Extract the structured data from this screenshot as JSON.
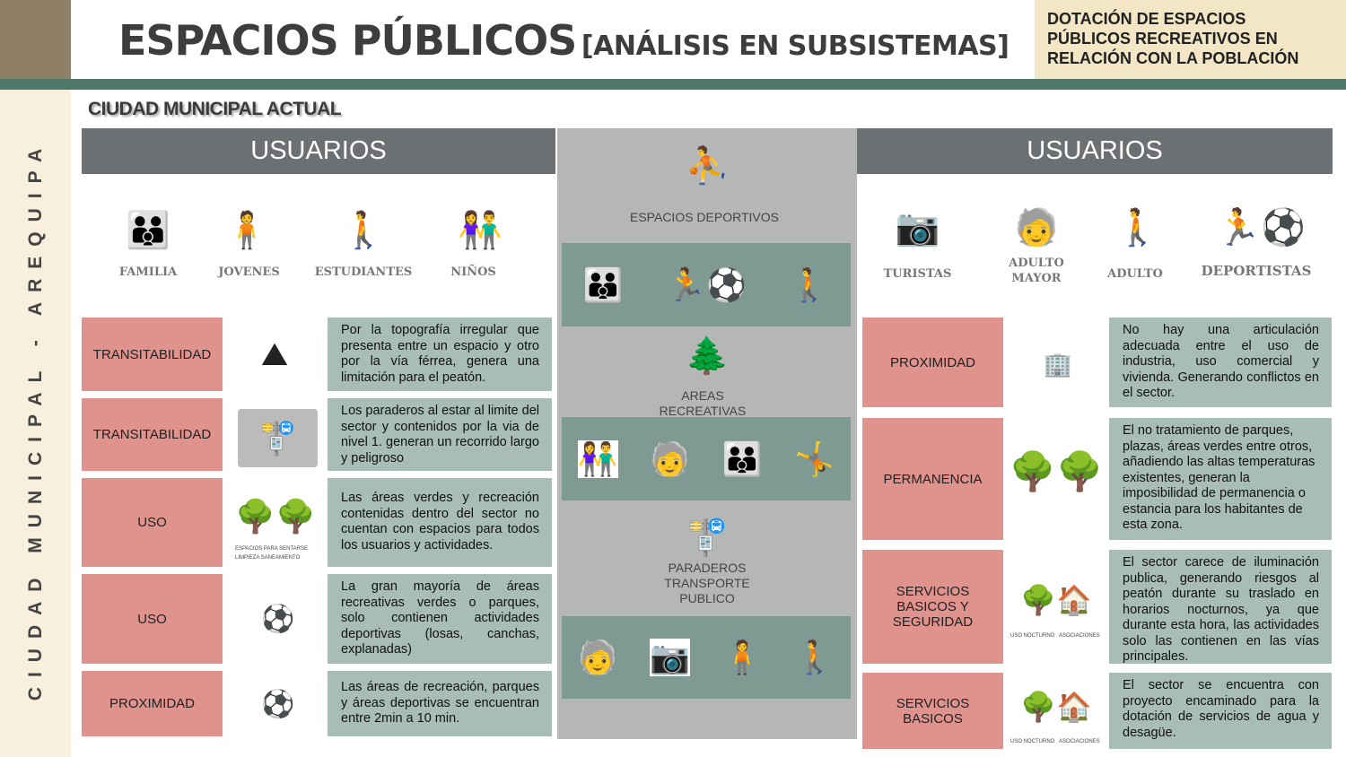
{
  "header": {
    "title_main": "ESPACIOS PÚBLICOS",
    "title_sub": "[ANÁLISIS EN SUBSISTEMAS]",
    "note": "DOTACIÓN DE ESPACIOS PÚBLICOS RECREATIVOS EN RELACIÓN CON LA POBLACIÓN"
  },
  "sidebar": {
    "vertical_text": "CIUDAD MUNICIPAL - AREQUIPA"
  },
  "subtitle": "CIUDAD MUNICIPAL ACTUAL",
  "left": {
    "header": "USUARIOS",
    "users": [
      "FAMILIA",
      "JOVENES",
      "ESTUDIANTES",
      "NIÑOS"
    ],
    "rows": [
      {
        "label": "TRANSITABILIDAD",
        "text": "Por la topografía irregular que presenta entre un espacio y otro por la vía férrea, genera una limitación para el peatón."
      },
      {
        "label": "TRANSITABILIDAD",
        "text": "Los paraderos al estar al limite del sector y contenidos por la via de nivel 1. generan un recorrido largo y peligroso"
      },
      {
        "label": "USO",
        "text": "Las áreas verdes y recreación contenidas dentro del sector no cuentan con espacios para todos los usuarios y actividades."
      },
      {
        "label": "USO",
        "text": "La gran mayoría de áreas recreativas verdes o parques, solo contienen actividades deportivas (losas, canchas, explanadas)"
      },
      {
        "label": "PROXIMIDAD",
        "text": "Las áreas de recreación, parques y áreas deportivas se encuentran entre 2min a 10 min."
      }
    ],
    "captions": [
      "ESPACIOS PARA SENTARSE",
      "LIMPIEZA SANEAMIENTO"
    ]
  },
  "middle": {
    "sections": [
      "ESPACIOS DEPORTIVOS",
      "AREAS RECREATIVAS",
      "PARADEROS TRANSPORTE PUBLICO"
    ]
  },
  "right": {
    "header": "USUARIOS",
    "users": [
      "TURISTAS",
      "ADULTO MAYOR",
      "ADULTO",
      "DEPORTISTAS"
    ],
    "rows": [
      {
        "label": "PROXIMIDAD",
        "text": "No hay una articulación adecuada entre el uso de industria, uso comercial y vivienda. Generando conflictos en el sector."
      },
      {
        "label": "PERMANENCIA",
        "text": "El no tratamiento de parques, plazas, áreas verdes entre otros, añadiendo las altas temperaturas existentes, generan la imposibilidad de permanencia o estancia para los habitantes de esta zona."
      },
      {
        "label": "SERVICIOS BASICOS Y SEGURIDAD",
        "text": "El sector carece de iluminación publica, generando riesgos al peatón durante su traslado en horarios nocturnos, ya que durante esta hora, las actividades solo las contienen en las vías principales."
      },
      {
        "label": "SERVICIOS BASICOS",
        "text": "El sector se encuentra con proyecto encaminado para la dotación de servicios de agua y desagüe."
      }
    ],
    "captions": [
      "USO NOCTURNO",
      "ASOCIACIONES"
    ]
  },
  "colors": {
    "pink": "#e0928c",
    "text_box": "#a8bdb8",
    "header": "#6c7072",
    "green_bar": "#4f786c"
  }
}
